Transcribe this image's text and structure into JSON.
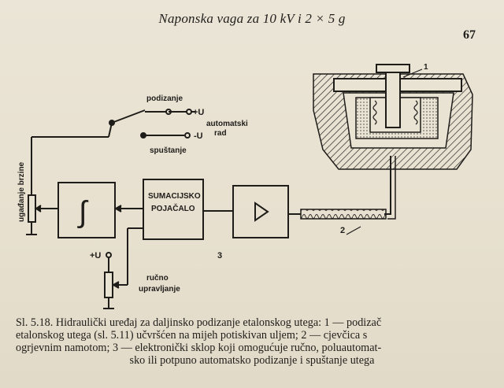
{
  "header": {
    "running_title": "Naponska vaga za 10 kV i 2 × 5 g",
    "page_number": "67"
  },
  "figure": {
    "labels": {
      "podizanje": "podizanje",
      "plus_u_top": "+U",
      "automatski": "automatski",
      "rad": "rad",
      "minus_u": "-U",
      "spustanje": "spuštanje",
      "ugadanje_brzine": "ugađanje brzine",
      "integrator_symbol": "∫",
      "sumacijsko": "SUMACIJSKO",
      "pojacalo": "POJAČALO",
      "plus_u_bottom": "+U",
      "label_3": "3",
      "rucno": "ručno",
      "upravljanje": "upravljanje",
      "label_1": "1",
      "label_2": "2"
    }
  },
  "caption": {
    "lines": [
      "Sl. 5.18. Hidraulički uređaj za daljinsko podizanje etalonskog utega: 1 — podizač",
      "etalonskog utega (sl. 5.11) učvršćen na mijeh potiskivan uljem; 2 — cjevčica s",
      "ogrjevnim namotom; 3 — elektronički sklop koji omogućuje ručno, poluautomat-",
      "sko ili potpuno automatsko podizanje i spuštanje utega"
    ]
  },
  "colors": {
    "paper": "#e9e3d4",
    "ink": "#1f1d1a"
  }
}
